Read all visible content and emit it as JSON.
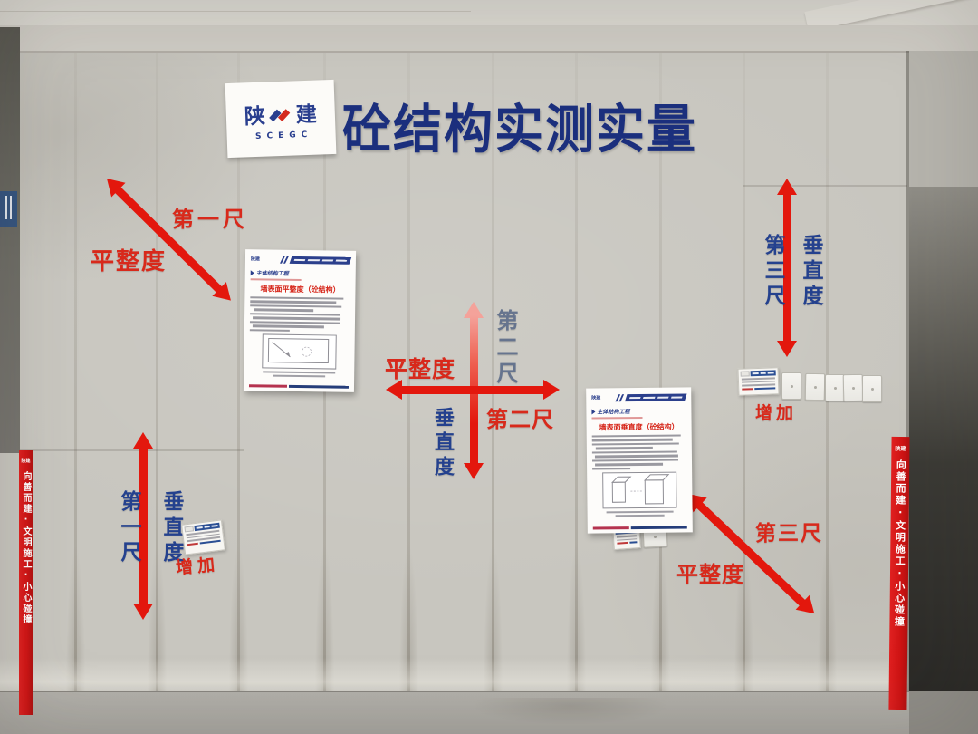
{
  "header": {
    "logo": {
      "char_left": "陕",
      "char_right": "建",
      "letters": "SCEGC"
    },
    "title": "砼结构实测实量"
  },
  "annotations": {
    "upper_left": {
      "ruler": "第一尺",
      "metric": "平整度"
    },
    "center": {
      "flatness": "平整度",
      "ruler_vertical": "第二尺",
      "ruler_horizontal": "第二尺",
      "plumbness": "垂直度"
    },
    "upper_right": {
      "ruler": "第三尺",
      "metric": "垂直度",
      "note": "增加"
    },
    "lower_left": {
      "ruler": "第一尺",
      "metric": "垂直度",
      "note": "增加"
    },
    "lower_right": {
      "ruler": "第三尺",
      "metric": "平整度"
    }
  },
  "posters": {
    "flatness": {
      "brand": "陕建",
      "section": "主体结构工程",
      "title": "墙表面平整度（砼结构）"
    },
    "plumbness": {
      "brand": "陕建",
      "section": "主体结构工程",
      "title": "墙表面垂直度（砼结构）"
    }
  },
  "pillars": {
    "banner_text": "向善而建·文明施工·小心碰撞",
    "brand": "陕建"
  },
  "colors": {
    "arrow_red": "#e3170d",
    "label_red": "#d8291b",
    "navy": "#24418e",
    "title_navy": "#1b2f7d",
    "slate_blue": "#66748e",
    "pillar_red": "#cf1414"
  }
}
